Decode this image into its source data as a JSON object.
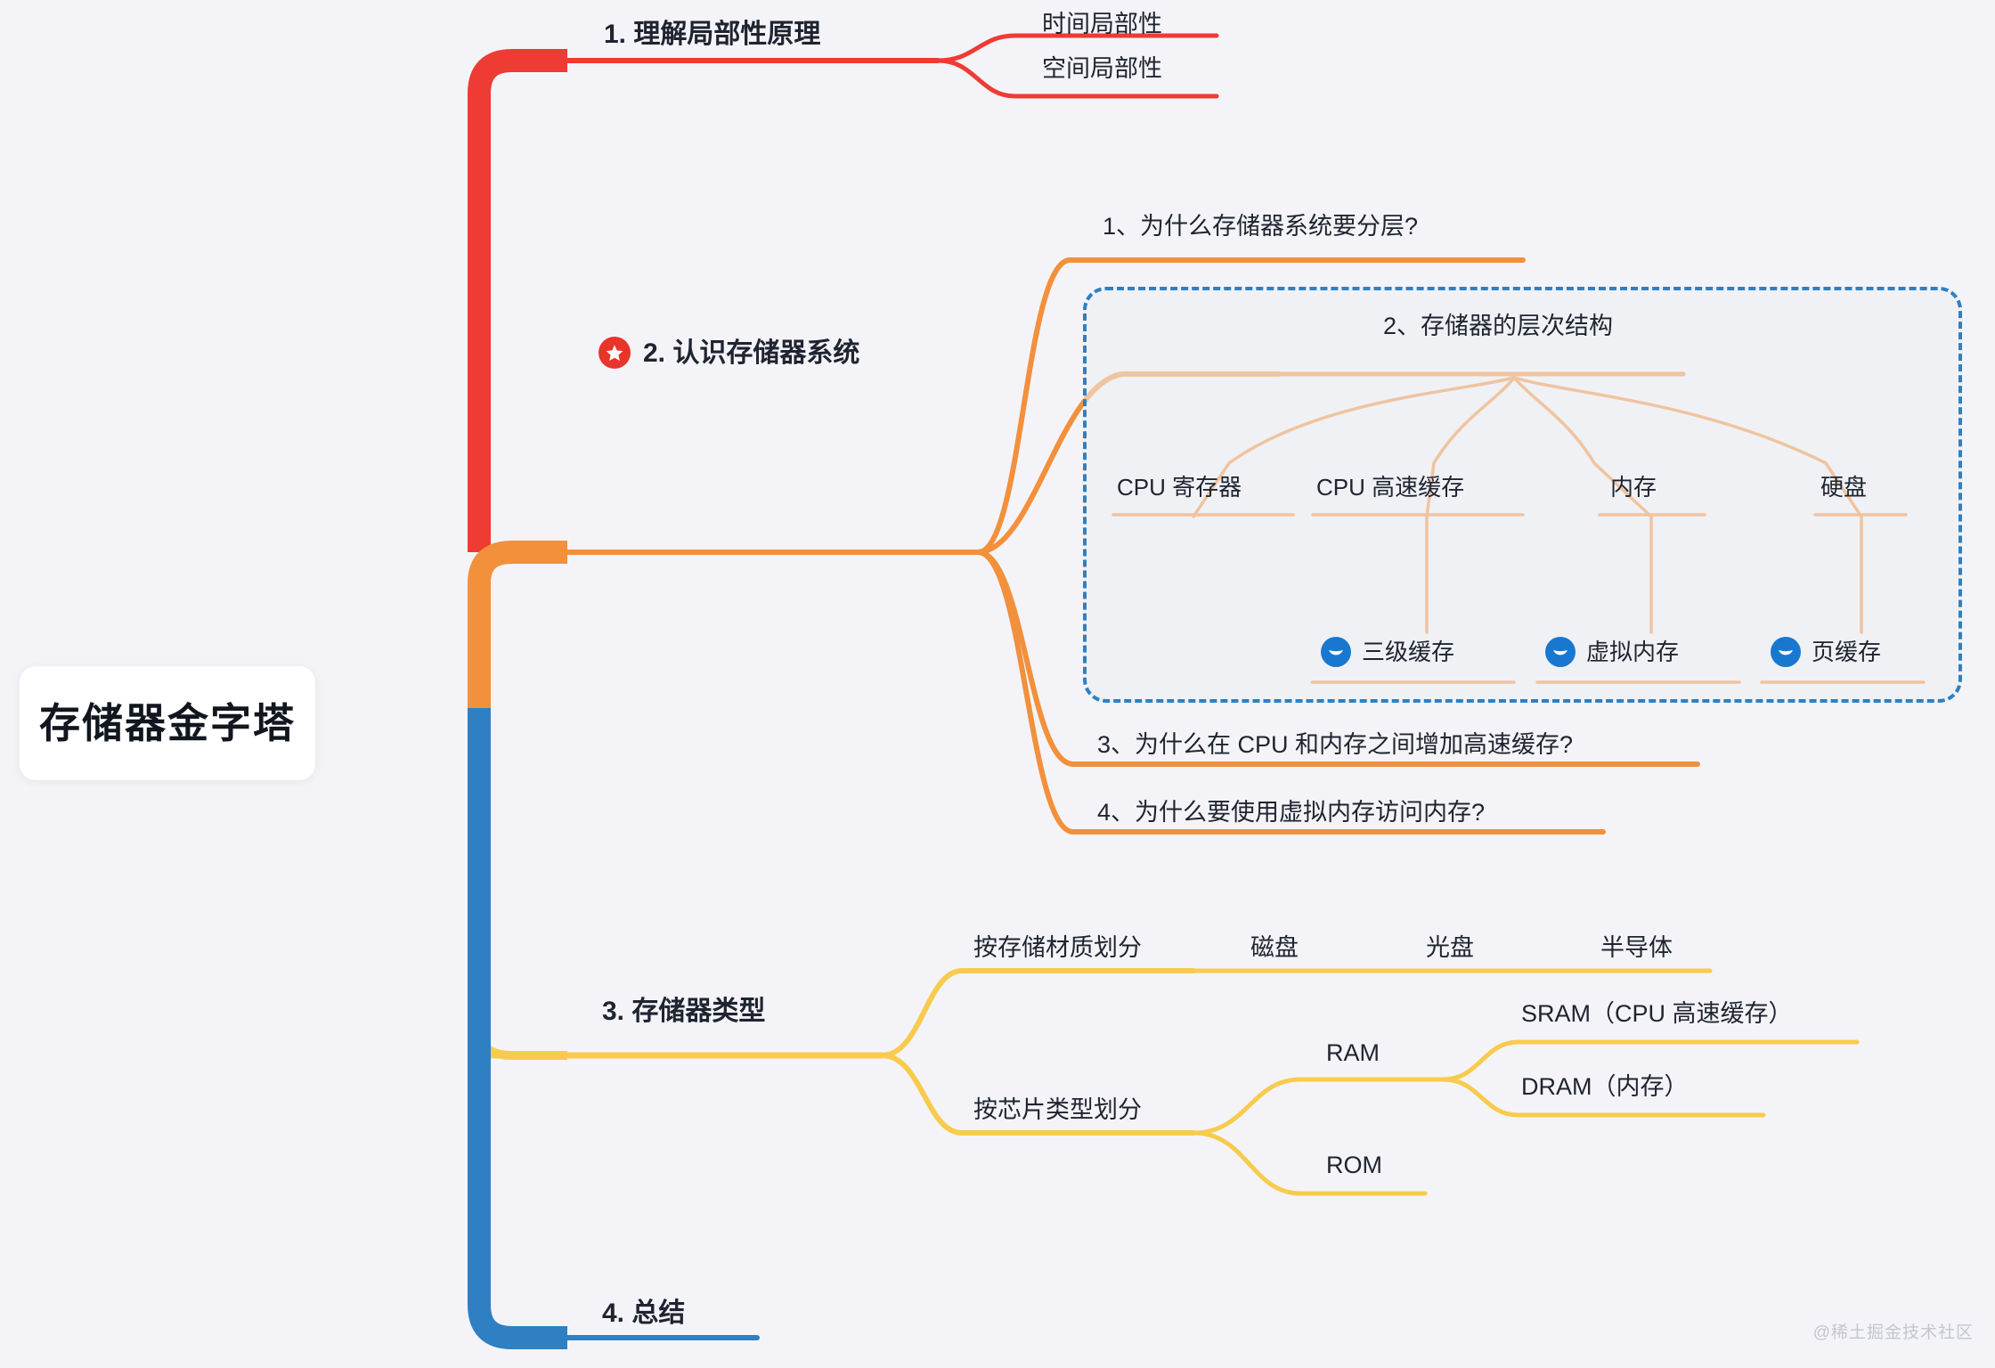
{
  "root": {
    "label": "存储器金字塔"
  },
  "watermark": "@稀土掘金技术社区",
  "colors": {
    "background": "#f4f4f8",
    "branch_red": "#ee3b33",
    "branch_orange": "#f2903c",
    "branch_yellow": "#f8cb4e",
    "branch_blue": "#2f80c2",
    "group_dash": "#2f80c2",
    "text": "#1e2430",
    "star_badge": "#e8342a",
    "bird_badge": "#1878d0"
  },
  "branches": [
    {
      "id": "locality",
      "label": "1. 理解局部性原理",
      "color": "#ee3b33",
      "children": [
        {
          "label": "时间局部性"
        },
        {
          "label": "空间局部性"
        }
      ]
    },
    {
      "id": "memsys",
      "label": "2. 认识存储器系统",
      "color": "#f2903c",
      "icon": "star-icon",
      "children": [
        {
          "label": "1、为什么存储器系统要分层?"
        },
        {
          "label": "2、存储器的层次结构",
          "levels": [
            {
              "label": "CPU 寄存器"
            },
            {
              "label": "CPU 高速缓存"
            },
            {
              "label": "内存"
            },
            {
              "label": "硬盘"
            }
          ],
          "details": [
            {
              "label": "三级缓存",
              "icon": "bird-icon"
            },
            {
              "label": "虚拟内存",
              "icon": "bird-icon"
            },
            {
              "label": "页缓存",
              "icon": "bird-icon"
            }
          ]
        },
        {
          "label": "3、为什么在 CPU 和内存之间增加高速缓存?"
        },
        {
          "label": "4、为什么要使用虚拟内存访问内存?"
        }
      ]
    },
    {
      "id": "memtype",
      "label": "3. 存储器类型",
      "color": "#f8cb4e",
      "children": [
        {
          "label": "按存储材质划分",
          "items": [
            {
              "label": "磁盘"
            },
            {
              "label": "光盘"
            },
            {
              "label": "半导体"
            }
          ]
        },
        {
          "label": "按芯片类型划分",
          "items": [
            {
              "label": "RAM",
              "items": [
                {
                  "label": "SRAM（CPU 高速缓存）"
                },
                {
                  "label": "DRAM（内存）"
                }
              ]
            },
            {
              "label": "ROM"
            }
          ]
        }
      ]
    },
    {
      "id": "summary",
      "label": "4. 总结",
      "color": "#2f80c2",
      "children": []
    }
  ]
}
